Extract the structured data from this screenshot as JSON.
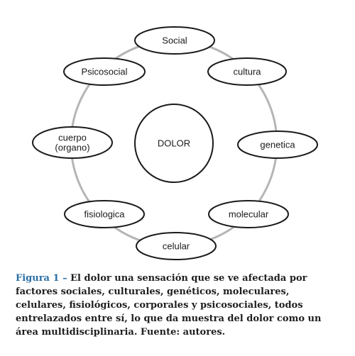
{
  "diagram": {
    "center": "DOLOR",
    "nodes": [
      {
        "id": "social",
        "lines": [
          "Social"
        ]
      },
      {
        "id": "cultura",
        "lines": [
          "cultura"
        ]
      },
      {
        "id": "genetica",
        "lines": [
          "genetica"
        ]
      },
      {
        "id": "molecular",
        "lines": [
          "molecular"
        ]
      },
      {
        "id": "celular",
        "lines": [
          "celular"
        ]
      },
      {
        "id": "fisiologica",
        "lines": [
          "fisiologica"
        ]
      },
      {
        "id": "cuerpo",
        "lines": [
          "cuerpo",
          "(organo)"
        ]
      },
      {
        "id": "psicosocial",
        "lines": [
          "Psicosocial"
        ]
      }
    ],
    "ring_color": "#b5b5b5",
    "stroke_color": "#1a1a1a"
  },
  "caption": {
    "label": "Figura 1 –",
    "text": " El dolor una sensación que se ve afectada por factores sociales, culturales, genéticos, moleculares, celulares, fisiológicos, corporales y psicosociales, todos entrelazados entre sí, lo que da muestra del dolor como un área multidisciplinaria. Fuente: autores.",
    "label_color": "#2a6fa6"
  }
}
